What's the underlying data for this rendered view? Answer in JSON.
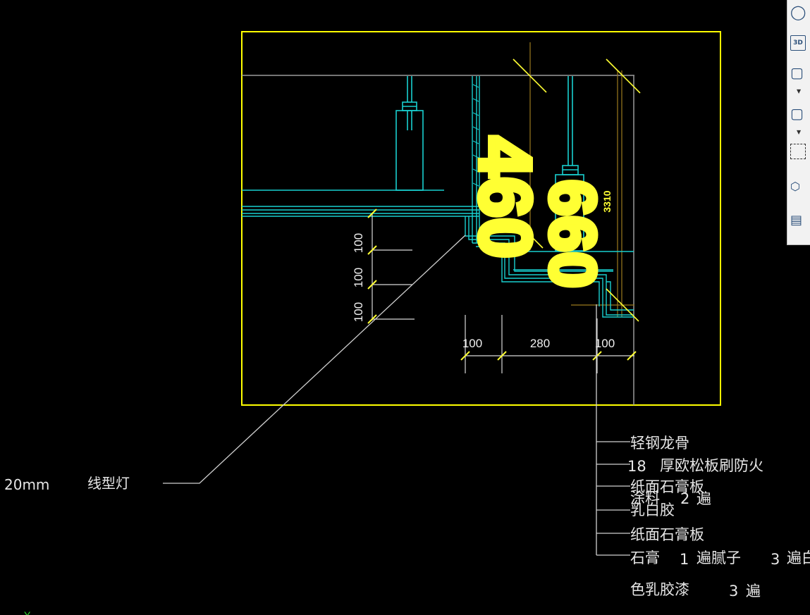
{
  "drawing": {
    "big_dims": {
      "a": "460",
      "b": "660"
    },
    "small_dim": "3310",
    "vert_dims": [
      "100",
      "100",
      "100"
    ],
    "horiz_dims": [
      "100",
      "280",
      "100"
    ],
    "left_scale": "20mm",
    "lamp_label": "线型灯",
    "layers": [
      "轻钢龙骨",
      "18",
      "厚欧松板刷防火",
      "纸面石膏板",
      "涂料",
      "2",
      "遍",
      "乳白胶",
      "纸面石膏板",
      "石膏",
      "1",
      "遍腻子",
      "3",
      "遍白",
      "色乳胶漆",
      "3",
      "遍"
    ],
    "axis_label": "Y"
  },
  "toolbar": {
    "items": [
      {
        "icon": "orbit-icon"
      },
      {
        "icon": "3d-view-icon",
        "label": "3D"
      },
      {
        "icon": "view-cube-icon"
      },
      {
        "icon": "view-cube-alt-icon"
      },
      {
        "icon": "dashed-region-icon"
      },
      {
        "icon": "object-select-icon"
      },
      {
        "icon": "properties-icon"
      }
    ]
  }
}
